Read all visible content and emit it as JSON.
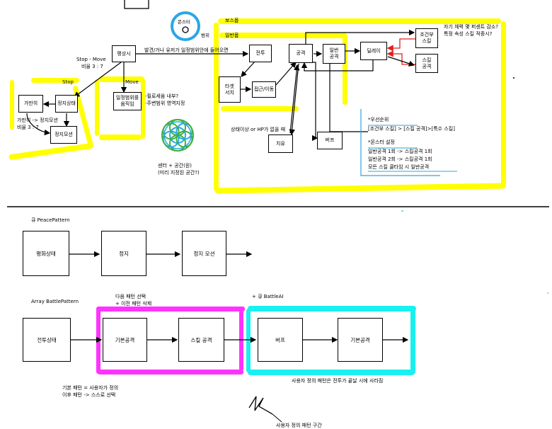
{
  "colors": {
    "highlight_yellow": "#ffff00",
    "highlight_magenta": "#ff33ff",
    "highlight_cyan": "#19f0f0",
    "circle_blue": "#2ba6e6",
    "red_arrow": "#e02020",
    "flower_green": "#40b040",
    "flower_blue": "#2aa7e0"
  },
  "top": {
    "monster": "몬스터",
    "range": "범위",
    "idle": "평상시",
    "idle_to_combat": "발견/거나 유저가 일정범위안에 들어오면",
    "stop_move_label": "Stop - Move",
    "ratio_top": "비율 3 : 7",
    "stop_label": "Stop",
    "move_label": "Move",
    "daydream": "가만히",
    "stop_state": "정지상태",
    "daydream_note": "가만히 -> 정지모션\n비율 3 : 7",
    "stop_motion": "정지모션",
    "move_in_range": "일정범위를\n움직임",
    "move_note": "-필로세움 내부?\n-주변범위 영역지정",
    "center_note": "센터 + 공간(원)\n(미리 지정된 공간?)",
    "boss_label": "보스몹",
    "normal_label": "일반몹",
    "combat": "전투",
    "target_search": "타겟\n서치",
    "approach": "접근/이동",
    "attack": "공격",
    "normal_attack": "일반\n공격",
    "delay": "딜레이",
    "conditional_skill": "조건부\n스킬",
    "skill_attack": "스킬\n공격",
    "boss_note": "자기 체력 몇 퍼센트 감소?\n특정 속성 스킬 적중시?",
    "status_note": "상태이상 or HP가 없을 때",
    "heal": "치유",
    "buff": "버프",
    "priority_title": "*우선순위",
    "priority_text": "[조건부 스킬] > [스킬 공격]>[특수 스킬]",
    "monster_setting_title": "*몬스터 설정",
    "monster_setting_1": "일반공격 1회 -> 스킬공격 1회",
    "monster_setting_2": "일반공격 2회 -> 스킬공격 1회",
    "monster_setting_3": "모든 스킬 쿨타임 시 일반공격"
  },
  "bottom": {
    "peace_queue": "큐 PeacePattern",
    "peace_state": "평화상태",
    "stop": "정지",
    "stop_motion": "정지 모션",
    "battle_array": "Array BattlePattern",
    "next_pattern": "다음 패턴 선택\n+ 이전 패턴 삭제",
    "battle_ai": "+ 큐 BattleAI",
    "battle_state": "전투상태",
    "basic_attack_1": "기본공격",
    "skill_attack": "스킬 공격",
    "buff": "버프",
    "basic_attack_2": "기본공격",
    "basic_pattern_note": "기본 패턴 = 사용자가 정의\n이후 패턴 -> 스스로 선택",
    "user_pattern_note": "사용자 정의 패턴은 전투가 끝날 시에 사라짐",
    "user_section": "사용자 정의 패턴 구간"
  }
}
